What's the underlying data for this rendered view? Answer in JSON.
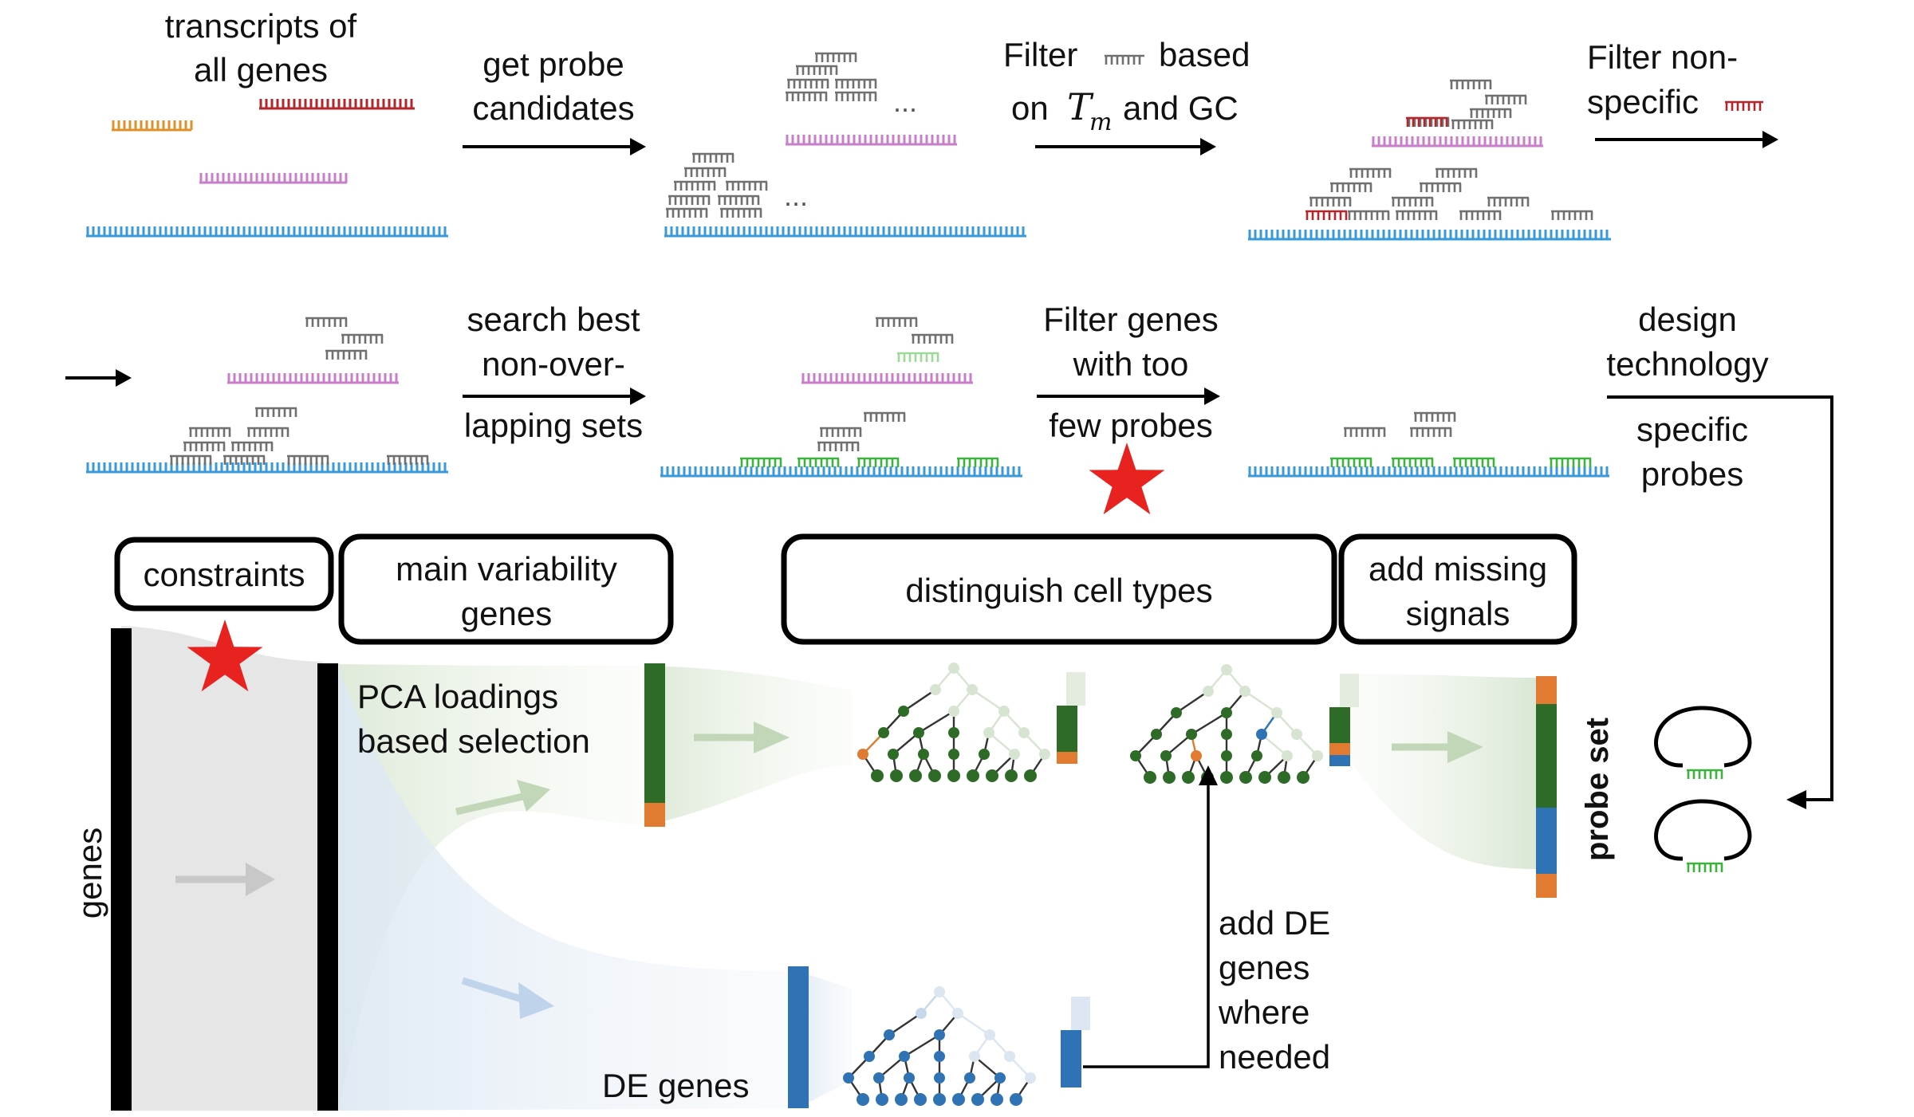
{
  "pipeline": {
    "transcripts_label": [
      "transcripts of",
      "all genes"
    ],
    "step_candidates": [
      "get probe",
      "candidates"
    ],
    "step_filter_tm": {
      "prefix": "Filter",
      "suffix": "based",
      "line2_pre": "on",
      "tm_main": "T",
      "tm_sub": "m",
      "line2_post": "and GC"
    },
    "step_filter_nonspecific": [
      "Filter non-",
      "specific"
    ],
    "step_best_sets": [
      "search best",
      "non-over-",
      "lapping sets"
    ],
    "step_filter_genes": [
      "Filter genes",
      "with too",
      "few probes"
    ],
    "design_tech": [
      "design",
      "technology"
    ],
    "specific_probes": [
      "specific",
      "probes"
    ],
    "ellipsis": "..."
  },
  "selection": {
    "box_constraints": "constraints",
    "box_variability": [
      "main variability",
      "genes"
    ],
    "box_distinguish": "distinguish cell types",
    "box_add_missing": [
      "add missing",
      "signals"
    ],
    "pca_label": [
      "PCA loadings",
      "based selection"
    ],
    "genes_label": "genes",
    "de_genes_label": "DE genes",
    "add_de_label": [
      "add DE",
      "genes",
      "where",
      "needed"
    ],
    "probe_set_label": "probe set"
  },
  "colors": {
    "blue_transcript": "#3a9ad9",
    "pink_transcript": "#c87ec9",
    "orange_transcript": "#e0902a",
    "red_probe": "#b3262b",
    "gray_probe": "#707070",
    "green_probe": "#3db33d",
    "dark_green": "#2e6b26",
    "orange_marker": "#e07b31",
    "blue_marker": "#2f73b5",
    "star_red": "#e8221f"
  }
}
